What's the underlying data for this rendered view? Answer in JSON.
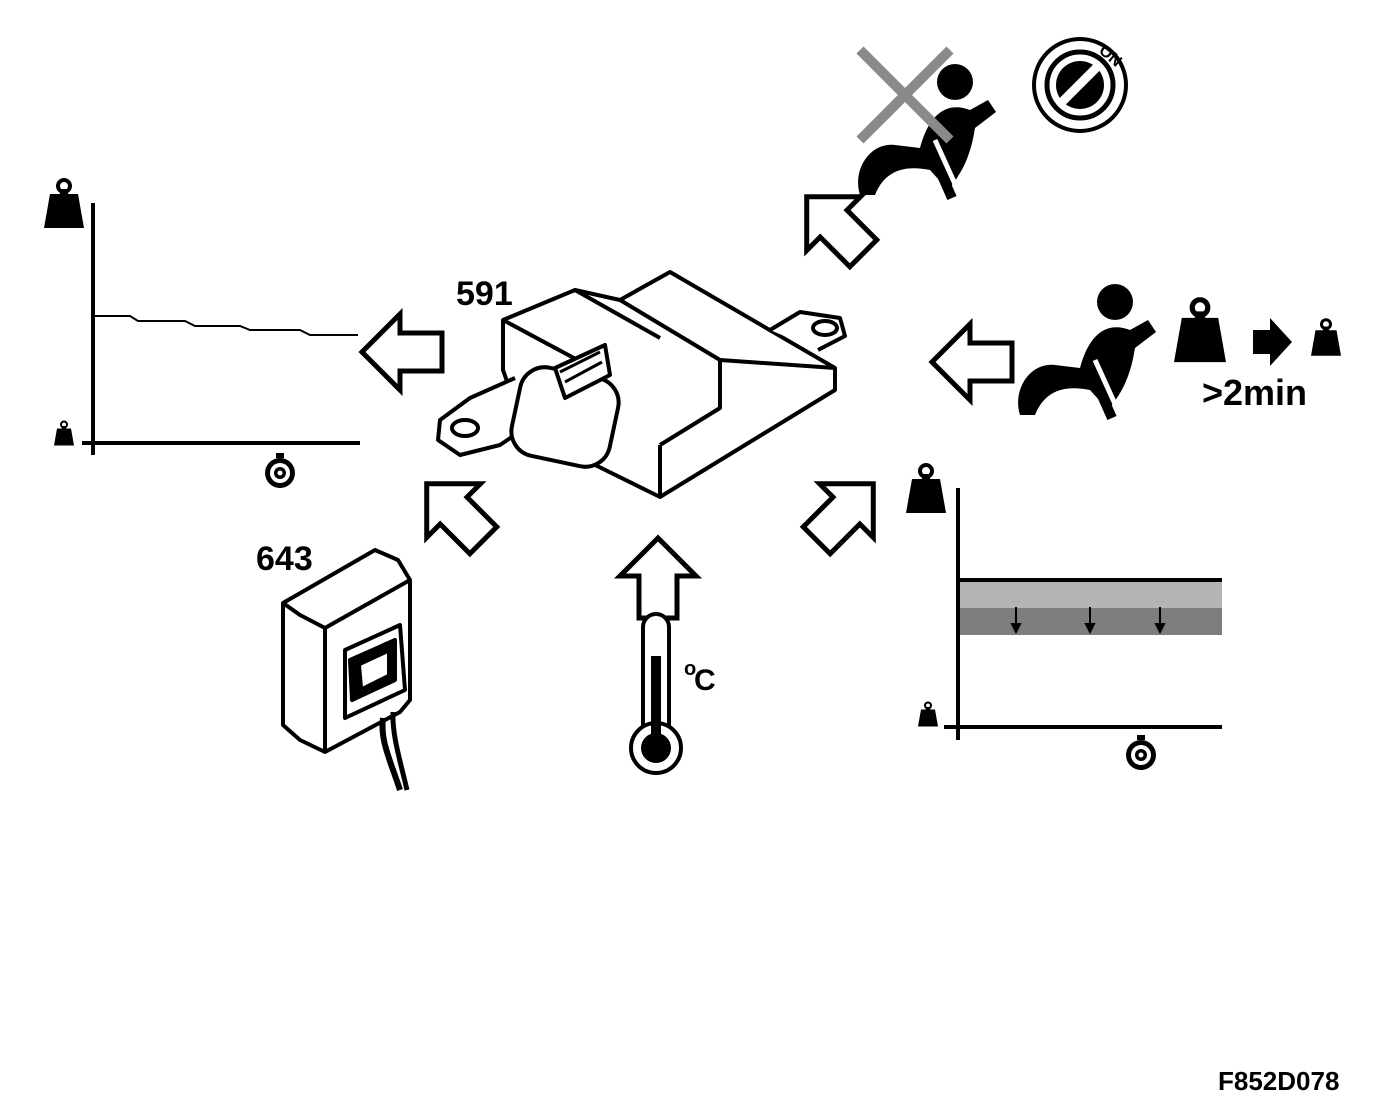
{
  "labels": {
    "module_number": "591",
    "sensor_number": "643",
    "duration": ">2min",
    "temperature_unit": "C",
    "temperature_degree": "o",
    "ignition_text": "ON",
    "figure_code": "F852D078"
  },
  "icons": [
    "weight-icon",
    "stopwatch-icon",
    "arrow-icon",
    "seated-person-icon",
    "ignition-switch-icon",
    "crossed-out-icon",
    "thermometer-icon",
    "airbag-control-module",
    "occupant-sensor"
  ],
  "colors": {
    "ink": "#000000",
    "cross_grey": "#8a8a8a",
    "band_light": "#b4b4b4",
    "band_dark": "#7e7e7e"
  }
}
